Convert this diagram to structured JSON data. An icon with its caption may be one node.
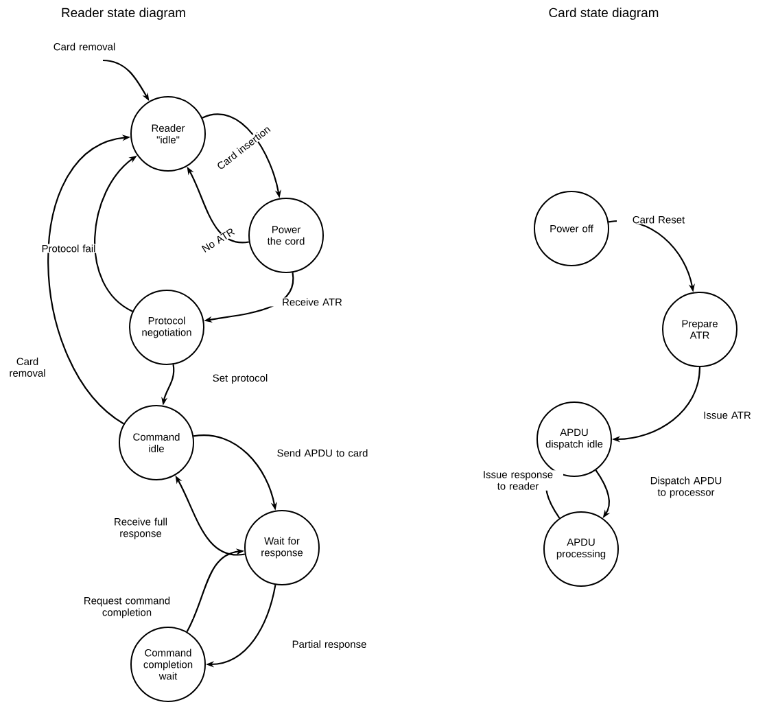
{
  "diagram": {
    "nodes": [
      {
        "text": [
          "Reader \"idle\""
        ]
      },
      {
        "text": [
          "Power the cord"
        ]
      },
      {
        "text": [
          "Protocol negotiation"
        ]
      },
      {
        "text": [
          "Command idle"
        ]
      },
      {
        "text": [
          "Wait for response"
        ]
      },
      {
        "text": [
          "Command completion wait"
        ]
      },
      {
        "text": [
          "Power off"
        ]
      },
      {
        "text": [
          "Prepare ATR"
        ]
      },
      {
        "text": [
          "APDU dispatch idle"
        ]
      },
      {
        "text": [
          "APDU processing"
        ]
      }
    ],
    "edges": [
      {
        "from": null,
        "to": 0,
        "arrow": "to",
        "label": "Card removal"
      },
      {
        "from": 0,
        "to": 1,
        "arrow": "to",
        "label": "Card insertion"
      },
      {
        "from": 1,
        "to": 0,
        "arrow": "to",
        "label": "No ATR"
      },
      {
        "from": 1,
        "to": 2,
        "arrow": "to",
        "label": "Receive ATR"
      },
      {
        "from": 2,
        "to": 0,
        "arrow": "to",
        "label": "Protocol fail"
      },
      {
        "from": 2,
        "to": 3,
        "arrow": "to",
        "label": "Set protocol"
      },
      {
        "from": 3,
        "to": 0,
        "arrow": "to",
        "label": "Card removal"
      },
      {
        "from": 3,
        "to": 4,
        "arrow": "to",
        "label": "Send APDU to card"
      },
      {
        "from": 4,
        "to": 3,
        "arrow": "to",
        "label": "Receive full response"
      },
      {
        "from": 5,
        "to": 4,
        "arrow": "to",
        "label": "Request command completion"
      },
      {
        "from": 4,
        "to": 5,
        "arrow": "to",
        "label": "Partial response"
      },
      {
        "from": 6,
        "to": 7,
        "arrow": "to",
        "label": "Card Reset"
      },
      {
        "from": 7,
        "to": 8,
        "arrow": "to",
        "label": "Issue ATR"
      },
      {
        "from": 8,
        "to": 9,
        "arrow": "to",
        "label": "Dispatch APDU to processor"
      },
      {
        "from": 9,
        "to": 8,
        "arrow": "to",
        "label": "Issue response to reader"
      }
    ],
    "labels": [
      "Reader state diagram",
      "Card state diagram"
    ]
  }
}
